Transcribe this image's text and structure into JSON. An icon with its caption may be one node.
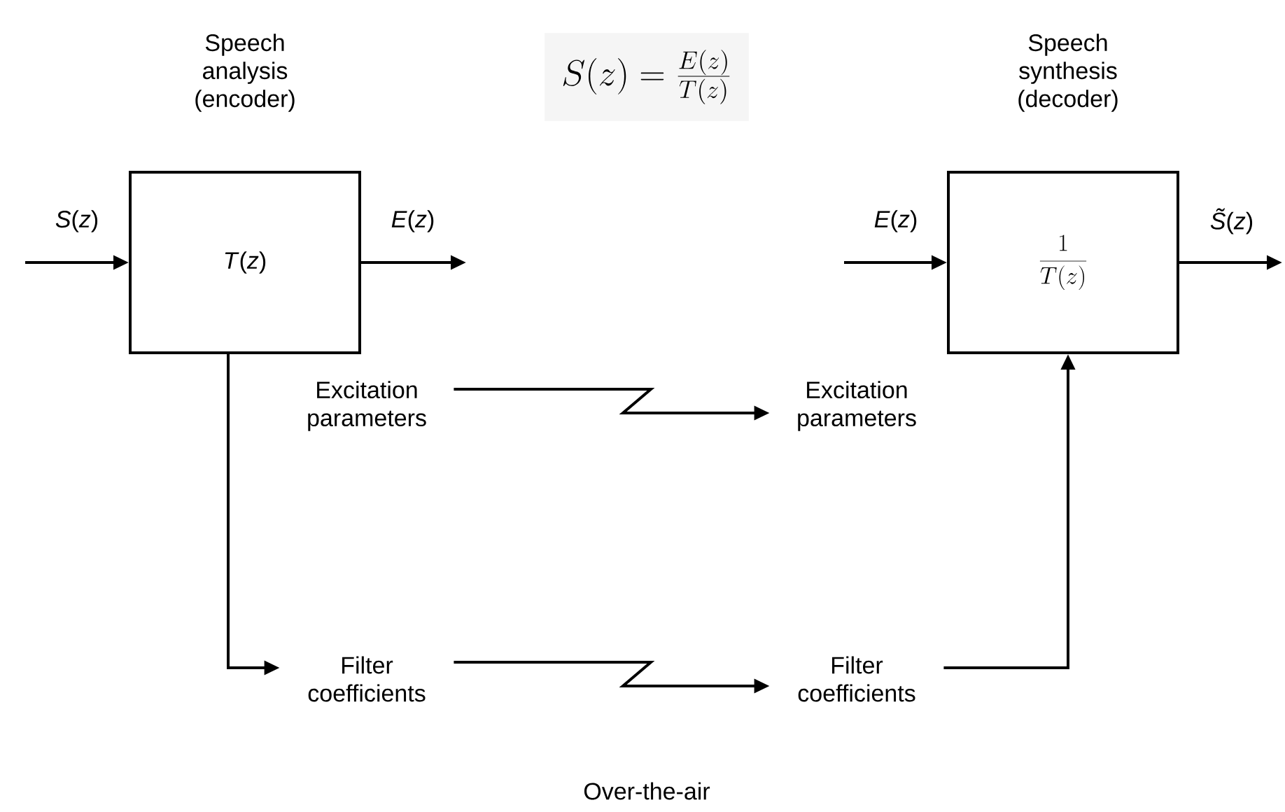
{
  "diagram": {
    "nodes": [
      {
        "text": [
          "Speech analysis (encoder)",
          "*T*(*z*)"
        ]
      },
      {
        "text": [
          "Speech synthesis (decoder)",
          "\\frac{1}{T(z)}"
        ]
      },
      {
        "text": [
          "Excitation parameters"
        ]
      },
      {
        "text": [
          "Excitation parameters"
        ]
      },
      {
        "text": [
          "Filter coefficients"
        ]
      },
      {
        "text": [
          "Filter coefficients"
        ]
      }
    ],
    "edges": [
      {
        "from": null,
        "to": 0,
        "arrow": "to",
        "label": "*S*(*z*)"
      },
      {
        "from": 0,
        "to": null,
        "arrow": "to",
        "label": "*E*(*z*)"
      },
      {
        "from": null,
        "to": 1,
        "arrow": "to",
        "label": "*E*(*z*)"
      },
      {
        "from": 1,
        "to": null,
        "arrow": "to",
        "label": "*S̃*(*z*)"
      },
      {
        "from": 0,
        "to": 4,
        "arrow": "to"
      },
      {
        "from": 2,
        "to": 3,
        "arrow": "to"
      },
      {
        "from": 4,
        "to": 5,
        "arrow": "to"
      },
      {
        "from": 5,
        "to": 1,
        "arrow": "to"
      }
    ],
    "labels": [
      "S(z)=\\frac{E(z)}{T(z)}",
      "Over-the-air"
    ]
  }
}
